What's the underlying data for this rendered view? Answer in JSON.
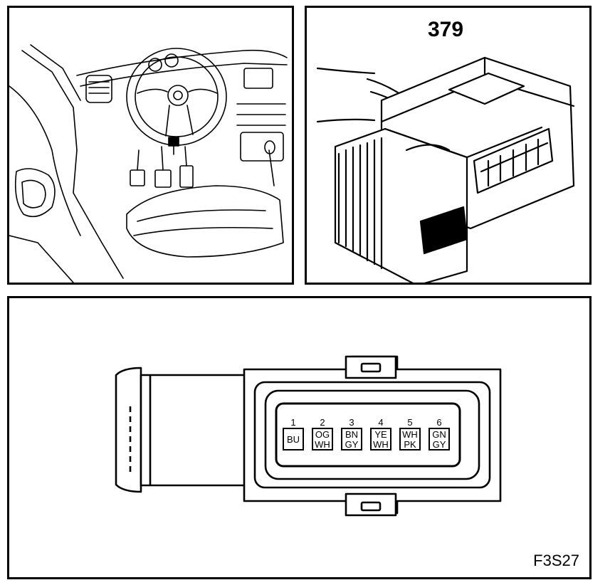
{
  "connector": {
    "number": "379",
    "figure_code": "F3S27",
    "pins": [
      {
        "num": "1",
        "c1": "BU",
        "c2": ""
      },
      {
        "num": "2",
        "c1": "OG",
        "c2": "WH"
      },
      {
        "num": "3",
        "c1": "BN",
        "c2": "GY"
      },
      {
        "num": "4",
        "c1": "YE",
        "c2": "WH"
      },
      {
        "num": "5",
        "c1": "WH",
        "c2": "PK"
      },
      {
        "num": "6",
        "c1": "GN",
        "c2": "GY"
      }
    ]
  }
}
